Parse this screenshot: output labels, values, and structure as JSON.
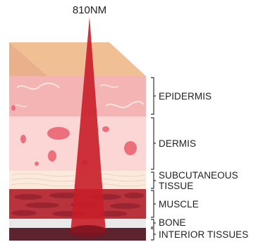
{
  "beam": {
    "label": "810NM",
    "color": "#c81e28"
  },
  "layers": [
    {
      "label": "EPIDERMIS",
      "color": "#f4b4b4"
    },
    {
      "label": "DERMIS",
      "color": "#fbd6d4"
    },
    {
      "label": "SUBCUTANEOUS",
      "label_line2": "TISSUE",
      "color": "#fbe9dc"
    },
    {
      "label": "MUSCLE",
      "color": "#b8333c"
    },
    {
      "label": "BONE",
      "color": "#e9e9e9"
    },
    {
      "label": "INTERIOR TISSUES",
      "color": "#5d2430"
    }
  ],
  "colors": {
    "skin_top": "#f0bf94",
    "skin_surface": "#f6c8a8",
    "cell": "#ec6f7c",
    "text": "#222222"
  }
}
